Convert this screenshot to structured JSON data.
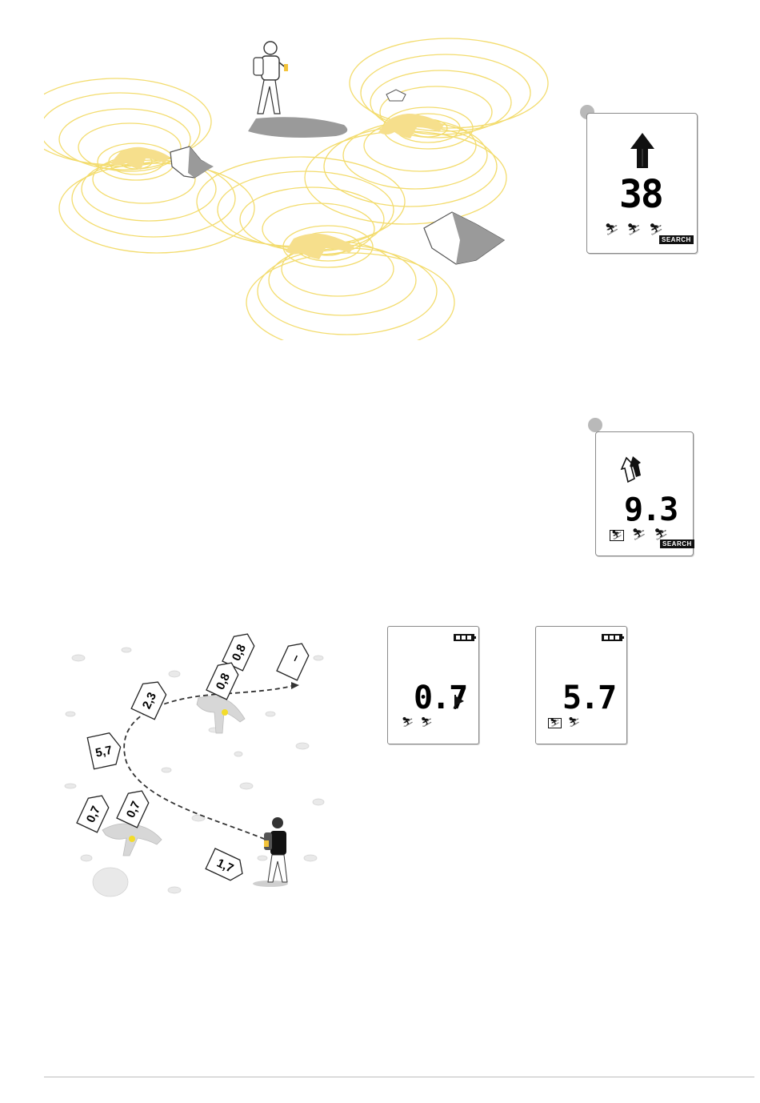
{
  "panel_top": {
    "display": {
      "value": "38",
      "mode_label": "SEARCH",
      "direction_icon": "arrow-up-icon",
      "victim_icons": [
        "victim-icon",
        "victim-icon",
        "victim-icon"
      ]
    }
  },
  "panel_middle": {
    "display": {
      "value": "9.3",
      "mode_label": "SEARCH",
      "direction_icon": "split-arrows-icon",
      "victim_icons": [
        "multiple-victims-icon",
        "victim-icon",
        "victim-icon"
      ]
    }
  },
  "panel_bottom": {
    "display_left": {
      "value": "0.7",
      "flag_icon": "flag-icon",
      "victim_icons": [
        "victim-icon",
        "victim-icon"
      ]
    },
    "display_right": {
      "value": "5.7",
      "victim_icons": [
        "multiple-victims-icon",
        "victim-icon"
      ]
    }
  },
  "search_map": {
    "tags": [
      {
        "value": "1,7"
      },
      {
        "value": "0,7"
      },
      {
        "value": "0,7"
      },
      {
        "value": "5,7"
      },
      {
        "value": "2,3"
      },
      {
        "value": "0,8"
      },
      {
        "value": "0,8"
      },
      {
        "value": "–"
      }
    ]
  },
  "colors": {
    "field_lines": "#f3dc6e",
    "victim_fill": "#f6df8c",
    "shadow": "#9a9a9a",
    "lcd_border": "#8a8a8a",
    "marker_dot": "#b9b9b9"
  }
}
